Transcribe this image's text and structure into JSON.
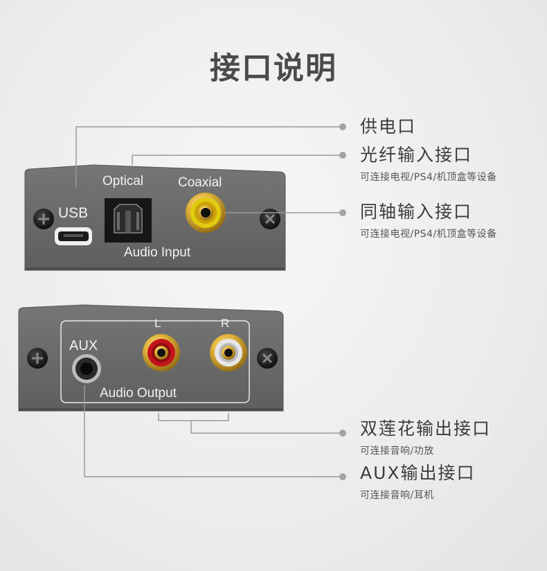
{
  "title": "接口说明",
  "panels": {
    "input": {
      "usb_label": "USB",
      "optical_label": "Optical",
      "coaxial_label": "Coaxial",
      "group_label": "Audio Input"
    },
    "output": {
      "aux_label": "AUX",
      "left_label": "L",
      "right_label": "R",
      "group_label": "Audio Output"
    }
  },
  "callouts": [
    {
      "name": "供电口",
      "desc": ""
    },
    {
      "name": "光纤输入接口",
      "desc": "可连接电视/PS4/机顶盒等设备"
    },
    {
      "name": "同轴输入接口",
      "desc": "可连接电视/PS4/机顶盒等设备"
    },
    {
      "name": "双莲花输出接口",
      "desc": "可连接音响/功放"
    },
    {
      "name": "AUX输出接口",
      "desc": "可连接音响/耳机"
    }
  ],
  "colors": {
    "panel": "#6b6b6b",
    "leader": "#9a9a9a",
    "rca_yellow": "#d8c400",
    "rca_red": "#c4141c",
    "rca_white": "#e6e6e6",
    "gold": "#e2b43c"
  }
}
